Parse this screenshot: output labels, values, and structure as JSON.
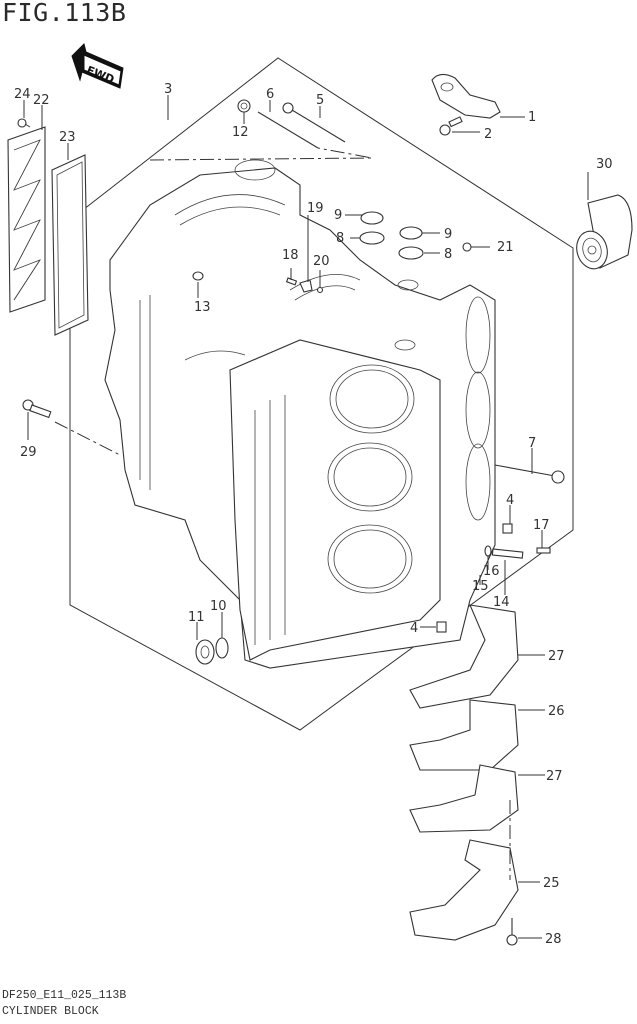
{
  "figure": {
    "title": "FIG.113B",
    "code": "DF250_E11_025_113B",
    "name": "CYLINDER BLOCK",
    "direction_badge": "FWD"
  },
  "callouts": [
    {
      "id": "1",
      "label": "1"
    },
    {
      "id": "2",
      "label": "2"
    },
    {
      "id": "3",
      "label": "3"
    },
    {
      "id": "4a",
      "label": "4"
    },
    {
      "id": "4b",
      "label": "4"
    },
    {
      "id": "5",
      "label": "5"
    },
    {
      "id": "6",
      "label": "6"
    },
    {
      "id": "7",
      "label": "7"
    },
    {
      "id": "8a",
      "label": "8"
    },
    {
      "id": "8b",
      "label": "8"
    },
    {
      "id": "9a",
      "label": "9"
    },
    {
      "id": "9b",
      "label": "9"
    },
    {
      "id": "10",
      "label": "10"
    },
    {
      "id": "11",
      "label": "11"
    },
    {
      "id": "12",
      "label": "12"
    },
    {
      "id": "13",
      "label": "13"
    },
    {
      "id": "14",
      "label": "14"
    },
    {
      "id": "15",
      "label": "15"
    },
    {
      "id": "16",
      "label": "16"
    },
    {
      "id": "17",
      "label": "17"
    },
    {
      "id": "18",
      "label": "18"
    },
    {
      "id": "19",
      "label": "19"
    },
    {
      "id": "20",
      "label": "20"
    },
    {
      "id": "21",
      "label": "21"
    },
    {
      "id": "22",
      "label": "22"
    },
    {
      "id": "23",
      "label": "23"
    },
    {
      "id": "24",
      "label": "24"
    },
    {
      "id": "25",
      "label": "25"
    },
    {
      "id": "26",
      "label": "26"
    },
    {
      "id": "27a",
      "label": "27"
    },
    {
      "id": "27b",
      "label": "27"
    },
    {
      "id": "28",
      "label": "28"
    },
    {
      "id": "29",
      "label": "29"
    },
    {
      "id": "30",
      "label": "30"
    }
  ]
}
